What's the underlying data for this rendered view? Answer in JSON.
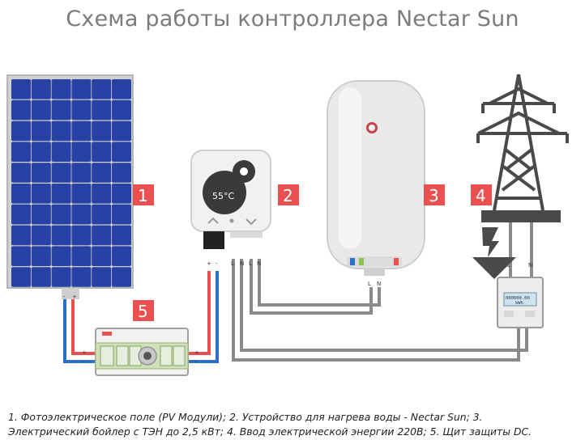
{
  "title": "Схема работы контроллера Nectar Sun",
  "badges": [
    "1",
    "2",
    "3",
    "4",
    "5"
  ],
  "controller": {
    "display": "55°C"
  },
  "terminals": {
    "plus": "+",
    "minus": "-",
    "line": "L",
    "neutral": "N"
  },
  "meter": {
    "reading": "000000.00",
    "unit": "kWh"
  },
  "caption": {
    "line1": "1. Фотоэлектрическое поле (PV Модули); 2. Устройство для нагрева воды - Nectar Sun; 3.",
    "line2": "Электрический бойлер с ТЭН до 2,5 кВт; 4. Ввод электрической энергии 220В; 5. Щит защиты DC."
  },
  "colors": {
    "accent": "#e9504f",
    "panel_cell": "#2742a4",
    "wire_positive": "#e9504f",
    "wire_negative": "#2b6fc9",
    "wire_ac": "#8a8a8a"
  }
}
